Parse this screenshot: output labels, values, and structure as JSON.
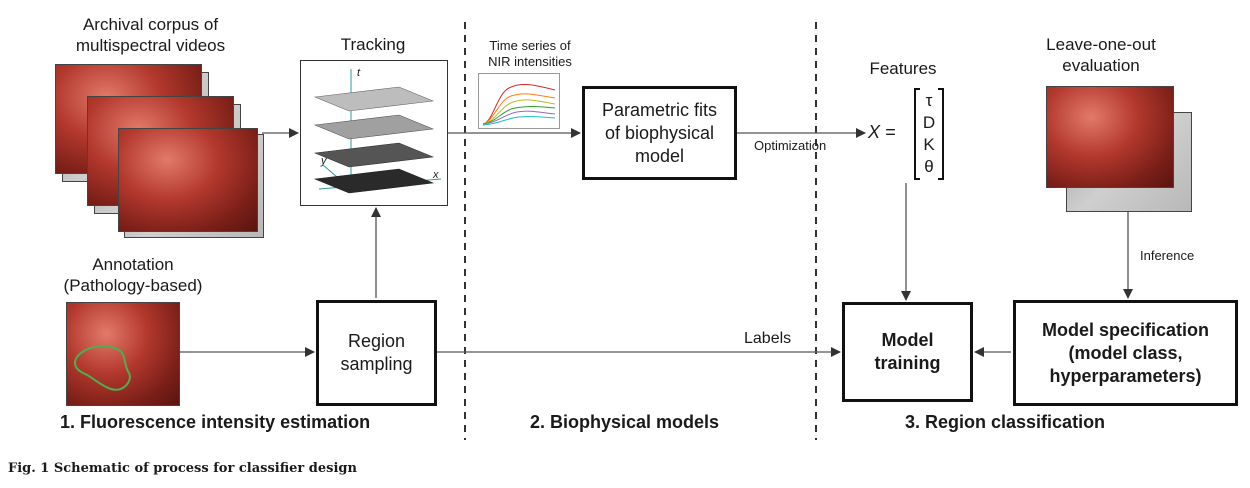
{
  "corpus": {
    "title": "Archival corpus of\nmultispectral videos"
  },
  "tracking": {
    "title": "Tracking",
    "axis_t": "t",
    "axis_y": "y",
    "axis_x": "x"
  },
  "timeseries": {
    "title": "Time series of\nNIR intensities"
  },
  "fits_box": {
    "label": "Parametric fits\nof biophysical\nmodel"
  },
  "optimization": {
    "label": "Optimization"
  },
  "features": {
    "title": "Features",
    "x_symbol": "X =",
    "vector": [
      "τ",
      "D",
      "K",
      "θ"
    ]
  },
  "loo": {
    "title": "Leave-one-out\nevaluation"
  },
  "inference": {
    "label": "Inference"
  },
  "annotation": {
    "title": "Annotation\n(Pathology-based)"
  },
  "region_box": {
    "label": "Region\nsampling"
  },
  "labels": {
    "label": "Labels"
  },
  "model_training": {
    "label": "Model\ntraining"
  },
  "model_spec": {
    "label": "Model specification\n(model class,\nhyperparameters)"
  },
  "sections": [
    "1. Fluorescence intensity  estimation",
    "2. Biophysical models",
    "3. Region classification"
  ],
  "caption": "Fig. 1 Schematic of process for classifier design",
  "colors": {
    "tissue": "#b3382d",
    "annotation_outline": "#4caf50"
  }
}
